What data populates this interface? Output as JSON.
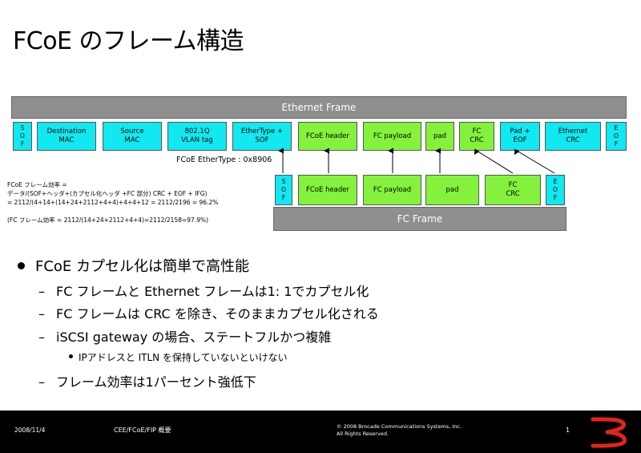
{
  "title": "FCoE のフレーム構造",
  "ethernet_frame": {
    "label": "Ethernet Frame",
    "fields": [
      {
        "label": "S\nO\nF",
        "color": "cyan"
      },
      {
        "label": "Destination\nMAC",
        "color": "cyan"
      },
      {
        "label": "Source\nMAC",
        "color": "cyan"
      },
      {
        "label": "802.1Q\nVLAN tag",
        "color": "cyan"
      },
      {
        "label": "EtherType +\nSOF",
        "color": "cyan"
      },
      {
        "label": "FCoE header",
        "color": "green"
      },
      {
        "label": "FC payload",
        "color": "green"
      },
      {
        "label": "pad",
        "color": "green"
      },
      {
        "label": "FC\nCRC",
        "color": "green"
      },
      {
        "label": "Pad +\nEOF",
        "color": "cyan"
      },
      {
        "label": "Ethernet\nCRC",
        "color": "cyan"
      },
      {
        "label": "E\nO\nF",
        "color": "cyan"
      }
    ]
  },
  "fc_frame": {
    "label": "FC Frame",
    "fields": [
      {
        "label": "S\nO\nF",
        "color": "cyan"
      },
      {
        "label": "FCoE header",
        "color": "green"
      },
      {
        "label": "FC payload",
        "color": "green"
      },
      {
        "label": "pad",
        "color": "green"
      },
      {
        "label": "FC\nCRC",
        "color": "green"
      },
      {
        "label": "E\nO\nF",
        "color": "cyan"
      }
    ]
  },
  "ethertype_label": "FCoE EtherType : 0x8906",
  "efficiency": {
    "line1": "FCoE フレーム効率 =",
    "line2": "データ/(SOF+ヘッダ+(カプセル化ヘッダ +FC 部分) CRC + EOF + IFG)",
    "line3": "= 2112/(4+14+(14+24+2112+4+4)+4+4+12 = 2112/2196 = 96.2%",
    "line4": "(FC フレーム効率 = 2112/(14+24+2112+4+4)=2112/2158=97.9%)"
  },
  "bullets": {
    "main": "FCoE カプセル化は簡単で高性能",
    "sub1": "FC フレームと Ethernet フレームは1: 1でカプセル化",
    "sub2": "FC フレームは CRC を除き、そのままカプセル化される",
    "sub3": "iSCSI gateway の場合、ステートフルかつ複雑",
    "subsub": "IPアドレスと ITLN を保持していないといけない",
    "sub4": "フレーム効率は1パーセント強低下"
  },
  "footer": {
    "date": "2008/11/4",
    "topic": "CEE/FCoE/FIP 概要",
    "copyright1": "© 2008 Brocade Communications Systems, Inc.",
    "copyright2": "All Rights Reserved.",
    "page": "1"
  },
  "colors": {
    "cyan": "#11e8f0",
    "green": "#84f23c",
    "bar": "#8f8f8f",
    "footer": "#000000",
    "logo": "#e3241b"
  },
  "icons": {
    "logo": "brocade-logo"
  }
}
